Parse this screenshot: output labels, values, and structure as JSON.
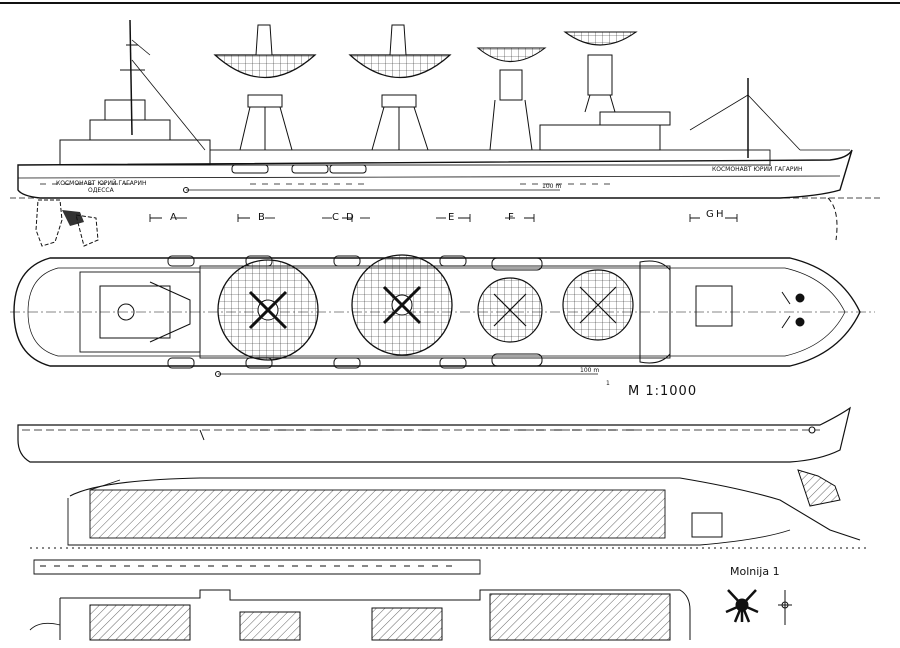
{
  "sections": [
    "A",
    "B",
    "C",
    "D",
    "E",
    "F",
    "G",
    "H"
  ],
  "scale_label": "M 1:1000",
  "scale_bar_label": "100 m",
  "bow_inscription": "КОСМОНАВТ ЮРИЙ ГАГАРИН",
  "stern_inscription": "КОСМОНАВТ ЮРИЙ ГАГАРИН",
  "stern_port": "ОДЕССА",
  "small_mark": "1",
  "inset_title": "Molnija 1"
}
